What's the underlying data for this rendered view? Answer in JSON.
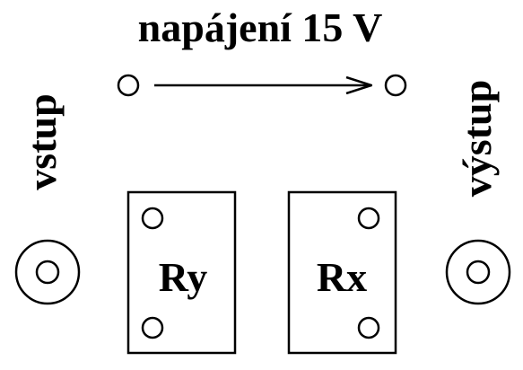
{
  "title": "napájení 15 V",
  "input_label": "vstup",
  "output_label": "výstup",
  "resistors": [
    {
      "label": "Ry"
    },
    {
      "label": "Rx"
    }
  ],
  "colors": {
    "stroke": "#000000",
    "background": "#ffffff"
  }
}
